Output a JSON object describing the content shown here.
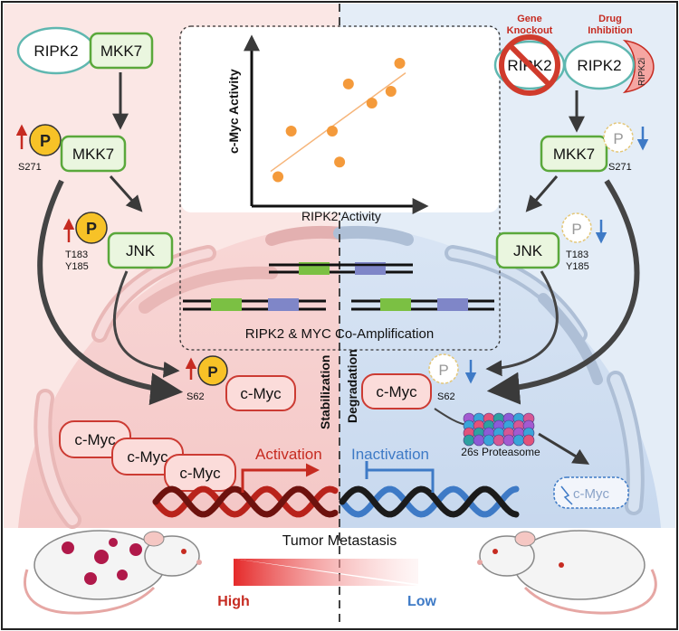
{
  "colors": {
    "left_bg": "#fbe6e4",
    "right_bg": "#e3ecf7",
    "green_box": "#eaf6df",
    "green_stroke": "#5aa83b",
    "pink_box": "#fbdcda",
    "red_stroke": "#cc3b33",
    "phospho": "#f7c227",
    "teal": "#5fb7b0",
    "red_text": "#c62b21",
    "blue_text": "#3e7ac6",
    "orange_dot": "#f49a3b"
  },
  "left": {
    "ripk2": "RIPK2",
    "mkk7": "MKK7",
    "mkk7_p": "MKK7",
    "p": "P",
    "s271": "S271",
    "jnk": "JNK",
    "t183": "T183",
    "y185": "Y185",
    "s62": "S62",
    "cmyc": "c-Myc",
    "cluster_cmyc": [
      "c-Myc",
      "c-Myc",
      "c-Myc"
    ],
    "stabilization": "Stabilization",
    "activation": "Activation"
  },
  "right": {
    "gene_knockout": [
      "Gene",
      "Knockout"
    ],
    "drug_inhibition": [
      "Drug",
      "Inhibition"
    ],
    "ripk2_ko": "RIPK2",
    "ripk2": "RIPK2",
    "ripk2i": "RIPK2i",
    "mkk7": "MKK7",
    "p": "P",
    "s271": "S271",
    "jnk": "JNK",
    "t183": "T183",
    "y185": "Y185",
    "cmyc": "c-Myc",
    "s62": "S62",
    "degradation": "Degradation",
    "proteasome": "26s Proteasome",
    "inactivation": "Inactivation",
    "degraded_cmyc": "c-Myc"
  },
  "center": {
    "coamplification": "RIPK2 & MYC Co-Amplification"
  },
  "bottom": {
    "tumor_metastasis": "Tumor Metastasis",
    "high": "High",
    "low": "Low"
  },
  "chart_data": {
    "type": "scatter",
    "xlabel": "RIPK2 Activity",
    "ylabel": "c-Myc Activity",
    "points": [
      {
        "x": 0.13,
        "y": 0.15
      },
      {
        "x": 0.22,
        "y": 0.46
      },
      {
        "x": 0.5,
        "y": 0.46
      },
      {
        "x": 0.55,
        "y": 0.25
      },
      {
        "x": 0.61,
        "y": 0.78
      },
      {
        "x": 0.77,
        "y": 0.65
      },
      {
        "x": 0.9,
        "y": 0.73
      },
      {
        "x": 0.96,
        "y": 0.92
      }
    ],
    "trendline": true,
    "xlim": [
      0,
      1
    ],
    "ylim": [
      0,
      1
    ]
  }
}
